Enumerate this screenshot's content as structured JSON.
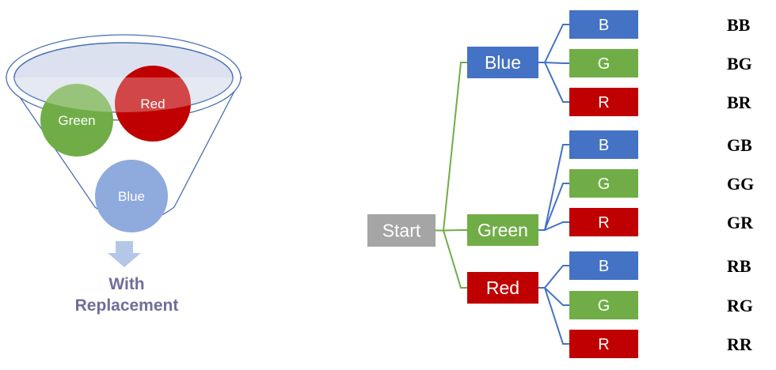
{
  "funnel": {
    "balls": [
      {
        "label": "Green",
        "color": "#70ad47"
      },
      {
        "label": "Red",
        "color": "#c00000"
      },
      {
        "label": "Blue",
        "color": "#8faadc"
      }
    ],
    "caption_line1": "With",
    "caption_line2": "Replacement",
    "arrow_color": "#b4c7e7"
  },
  "tree": {
    "root": {
      "label": "Start",
      "color": "#a5a5a5"
    },
    "first_draw": [
      {
        "label": "Blue",
        "color": "#4472c4"
      },
      {
        "label": "Green",
        "color": "#70ad47"
      },
      {
        "label": "Red",
        "color": "#c00000"
      }
    ],
    "second_draw": [
      {
        "label": "B",
        "color": "#4472c4"
      },
      {
        "label": "G",
        "color": "#70ad47"
      },
      {
        "label": "R",
        "color": "#c00000"
      },
      {
        "label": "B",
        "color": "#4472c4"
      },
      {
        "label": "G",
        "color": "#70ad47"
      },
      {
        "label": "R",
        "color": "#c00000"
      },
      {
        "label": "B",
        "color": "#4472c4"
      },
      {
        "label": "G",
        "color": "#70ad47"
      },
      {
        "label": "R",
        "color": "#c00000"
      }
    ],
    "root_connector_color": "#70ad47",
    "leaf_connector_color": "#4472c4"
  },
  "outcomes": [
    "BB",
    "BG",
    "BR",
    "GB",
    "GG",
    "GR",
    "RB",
    "RG",
    "RR"
  ]
}
